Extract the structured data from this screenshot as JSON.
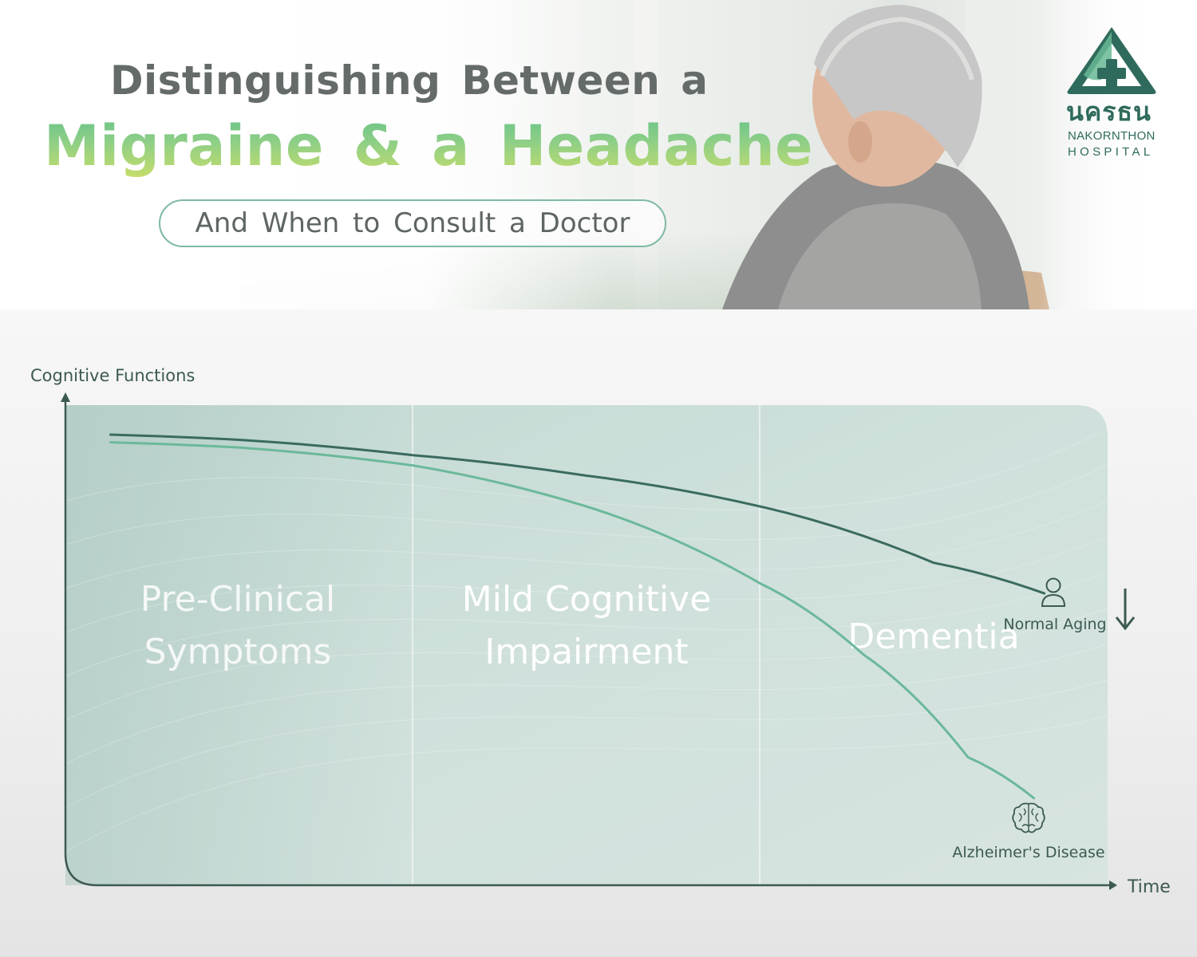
{
  "header": {
    "title_line1": "Distinguishing Between a",
    "title_line2": "Migraine & a Headache",
    "subtitle": "And When to Consult a Doctor"
  },
  "logo": {
    "thai": "นครธน",
    "name_line1": "NAKORNTHON",
    "name_line2": "HOSPITAL",
    "icon": "cross-shield-icon"
  },
  "colors": {
    "brand_dark": "#2f6b5d",
    "brand_green": "#66c28a",
    "normal_aging_line": "#3a6b5f",
    "alzheimers_line": "#6bb89b"
  },
  "chart_data": {
    "type": "line",
    "ylabel": "Cognitive Functions",
    "xlabel": "Time",
    "phases": [
      "Pre-Clinical Symptoms",
      "Mild Cognitive Impairment",
      "Dementia"
    ],
    "xlim": [
      0,
      3
    ],
    "ylim": [
      0,
      1
    ],
    "series": [
      {
        "name": "Normal Aging",
        "icon": "person-icon",
        "points": [
          [
            0.13,
            0.88
          ],
          [
            0.5,
            0.87
          ],
          [
            1.0,
            0.84
          ],
          [
            1.5,
            0.8
          ],
          [
            2.0,
            0.74
          ],
          [
            2.5,
            0.63
          ],
          [
            2.82,
            0.57
          ]
        ]
      },
      {
        "name": "Alzheimer's Disease",
        "icon": "brain-icon",
        "points": [
          [
            0.13,
            0.865
          ],
          [
            0.5,
            0.855
          ],
          [
            1.0,
            0.82
          ],
          [
            1.5,
            0.74
          ],
          [
            2.0,
            0.59
          ],
          [
            2.3,
            0.45
          ],
          [
            2.6,
            0.25
          ],
          [
            2.79,
            0.17
          ]
        ]
      }
    ],
    "legend_extra": "arrow-down-icon",
    "grid": false
  }
}
